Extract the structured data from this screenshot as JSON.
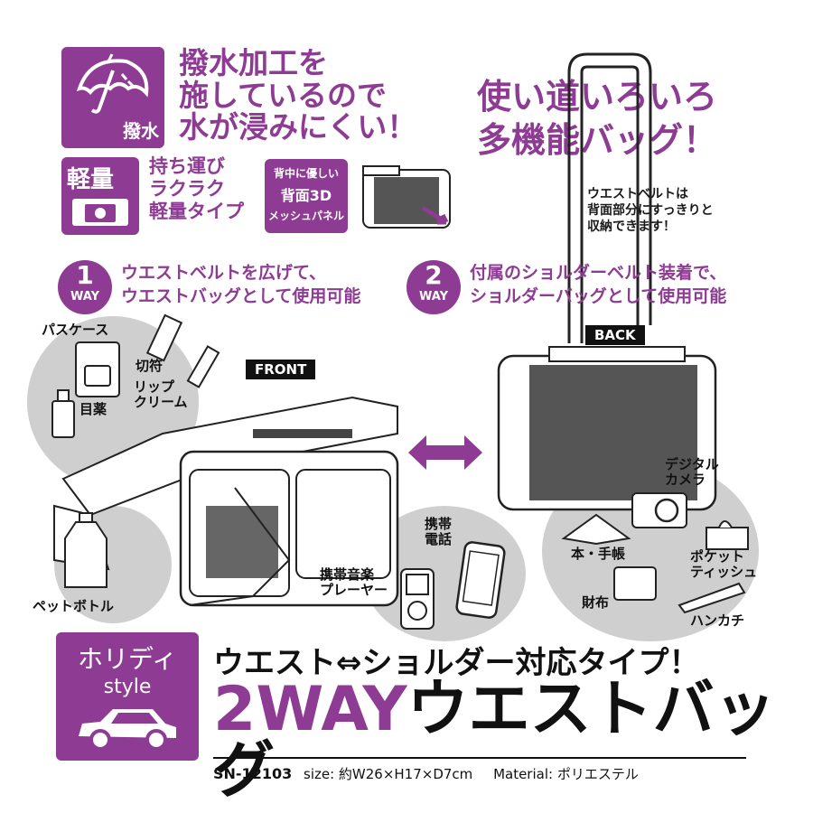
{
  "header": {
    "waterproof_badge": "撥水",
    "waterproof_text": [
      "撥水加工を",
      "施しているので",
      "水が浸みにくい！"
    ],
    "light_badge": "軽量",
    "light_text": [
      "持ち運び",
      "ラクラク",
      "軽量タイプ"
    ],
    "mesh_badge": [
      "背中に優しい",
      "背面3D",
      "メッシュパネル"
    ],
    "headline": [
      "使い道いろいろ",
      "多機能バッグ！"
    ],
    "belt_note": [
      "ウエストベルトは",
      "背面部分にすっきりと",
      "収納できます！"
    ]
  },
  "ways": [
    {
      "num": "1",
      "way": "WAY",
      "text": [
        "ウエストベルトを広げて、",
        "ウエストバッグとして使用可能"
      ]
    },
    {
      "num": "2",
      "way": "WAY",
      "text": [
        "付属のショルダーベルト装着で、",
        "ショルダーバッグとして使用可能"
      ]
    }
  ],
  "views": {
    "front": "FRONT",
    "back": "BACK"
  },
  "items": {
    "pass_case": "パスケース",
    "ticket": "切符",
    "lip_cream": [
      "リップ",
      "クリーム"
    ],
    "eye_drops": "目薬",
    "pet_bottle": "ペットボトル",
    "music_player": [
      "携帯音楽",
      "プレーヤー"
    ],
    "phone": [
      "携帯",
      "電話"
    ],
    "camera": [
      "デジタル",
      "カメラ"
    ],
    "book": "本・手帳",
    "tissue": [
      "ポケット",
      "ティッシュ"
    ],
    "wallet": "財布",
    "handkerchief": "ハンカチ"
  },
  "footer": {
    "holiday": "ホリディ",
    "style": "style",
    "subtitle": "ウエスト⇔ショルダー対応タイプ！",
    "title_latin": "2WAY",
    "title_jp": "ウエストバッグ",
    "product_code": "SN-12103",
    "size": "size: 約W26×H17×D7cm",
    "material": "Material: ポリエステル"
  },
  "colors": {
    "accent": "#8e3b93",
    "circle_gray": "#cfcfcf"
  }
}
